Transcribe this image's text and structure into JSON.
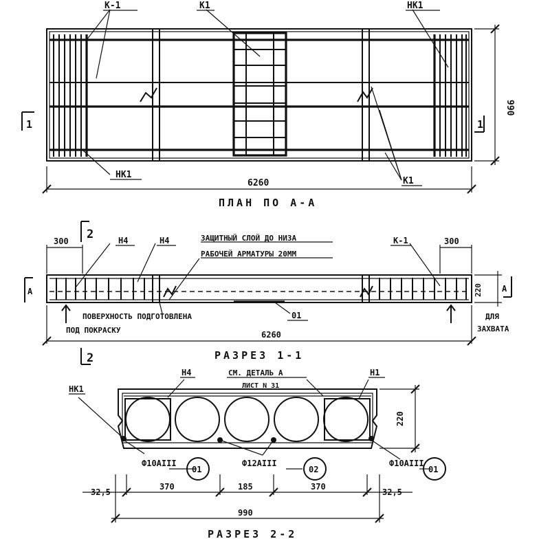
{
  "plan": {
    "title": "ПЛАН ПО А-А",
    "label_k1_top": "К-1",
    "label_k1_mid": "К1",
    "label_nk1_top": "НК1",
    "label_nk1_bottom": "НК1",
    "label_k1_bottom": "К1",
    "dim_length": "6260",
    "dim_width": "990",
    "section_mark_left": "1",
    "section_mark_right": "1"
  },
  "section11": {
    "title": "РАЗРЕЗ 1-1",
    "note_protective_line1": "ЗАЩИТНЫЙ СЛОЙ ДО НИЗА",
    "note_protective_line2": "РАБОЧЕЙ АРМАТУРЫ 20ММ",
    "note_surface_line1": "ПОВЕРХНОСТЬ ПОДГОТОВЛЕНА",
    "note_surface_line2": "ПОД ПОКРАСКУ",
    "label_n4_a": "Н4",
    "label_n4_b": "Н4",
    "label_k1": "К-1",
    "label_01": "01",
    "dim_left_300": "300",
    "dim_right_300": "300",
    "dim_height": "220",
    "dim_length": "6260",
    "note_capture_line1": "ДЛЯ",
    "note_capture_line2": "ЗАХВАТА",
    "section_mark_2": "2",
    "section_mark_A": "А"
  },
  "section22": {
    "title": "РАЗРЕЗ 2-2",
    "label_nk1": "НК1",
    "label_n4": "Н4",
    "label_n1": "Н1",
    "note_detail_line1": "СМ. ДЕТАЛЬ А",
    "note_detail_line2": "ЛИСТ N 31",
    "rebar_left": "Ф10АIII",
    "rebar_mid": "Ф12АIII",
    "rebar_right": "Ф10АIII",
    "bubble_left": "01",
    "bubble_mid": "02",
    "bubble_right": "01",
    "dim_325_left": "32,5",
    "dim_370_left": "370",
    "dim_185": "185",
    "dim_370_right": "370",
    "dim_325_right": "32,5",
    "dim_total": "990",
    "dim_height": "220"
  }
}
